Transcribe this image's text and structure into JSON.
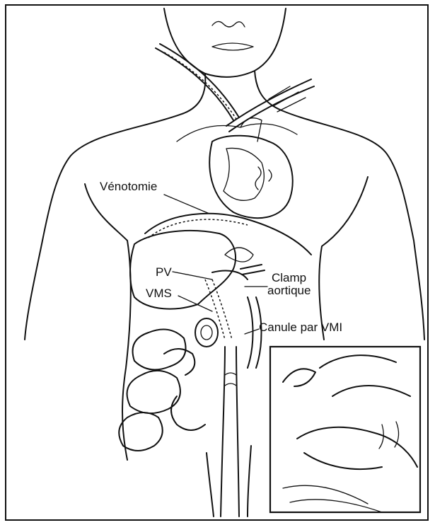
{
  "labels": {
    "venotomie": "Vénotomie",
    "pv": "PV",
    "vms": "VMS",
    "clamp_line1": "Clamp",
    "clamp_line2": "aortique",
    "canule": "Canule par VMI"
  },
  "colors": {
    "ink": "#111111",
    "paper": "#ffffff"
  }
}
